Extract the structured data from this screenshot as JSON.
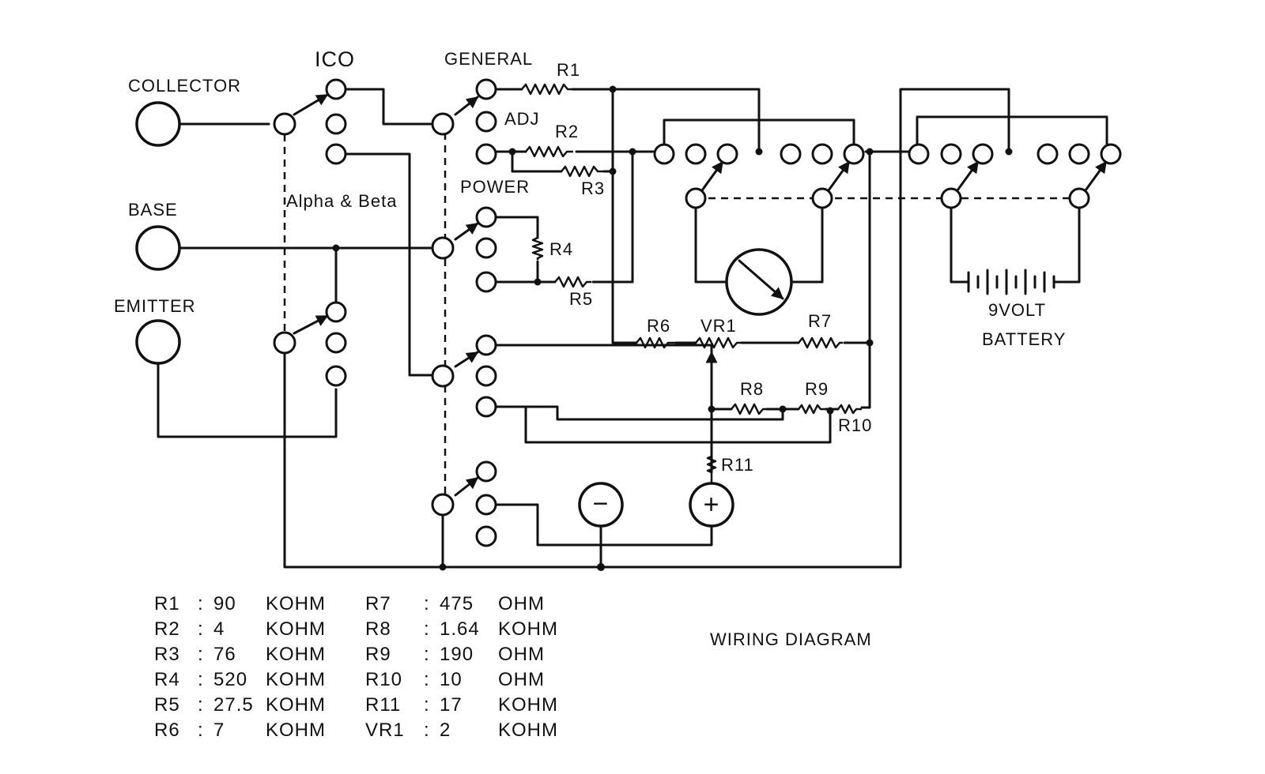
{
  "labels": {
    "collector": "COLLECTOR",
    "base": "BASE",
    "emitter": "EMITTER",
    "ico": "ICO",
    "general": "GENERAL",
    "adj": "ADJ",
    "power": "POWER",
    "alpha_beta": "Alpha & Beta",
    "battery_1": "9VOLT",
    "battery_2": "BATTERY",
    "diagram_title": "WIRING DIAGRAM",
    "minus": "−",
    "plus": "+"
  },
  "resistor_labels": {
    "r1": "R1",
    "r2": "R2",
    "r3": "R3",
    "r4": "R4",
    "r5": "R5",
    "r6": "R6",
    "vr1": "VR1",
    "r7": "R7",
    "r8": "R8",
    "r9": "R9",
    "r10": "R10",
    "r11": "R11"
  },
  "values_table": [
    {
      "id": "R1",
      "value": "90",
      "unit": "KOHM"
    },
    {
      "id": "R2",
      "value": "4",
      "unit": "KOHM"
    },
    {
      "id": "R3",
      "value": "76",
      "unit": "KOHM"
    },
    {
      "id": "R4",
      "value": "520",
      "unit": "KOHM"
    },
    {
      "id": "R5",
      "value": "27.5",
      "unit": "KOHM"
    },
    {
      "id": "R6",
      "value": "7",
      "unit": "KOHM"
    },
    {
      "id": "R7",
      "value": "475",
      "unit": "OHM"
    },
    {
      "id": "R8",
      "value": "1.64",
      "unit": "KOHM"
    },
    {
      "id": "R9",
      "value": "190",
      "unit": "OHM"
    },
    {
      "id": "R10",
      "value": "10",
      "unit": "OHM"
    },
    {
      "id": "R11",
      "value": "17",
      "unit": "KOHM"
    },
    {
      "id": "VR1",
      "value": "2",
      "unit": "KOHM"
    }
  ]
}
